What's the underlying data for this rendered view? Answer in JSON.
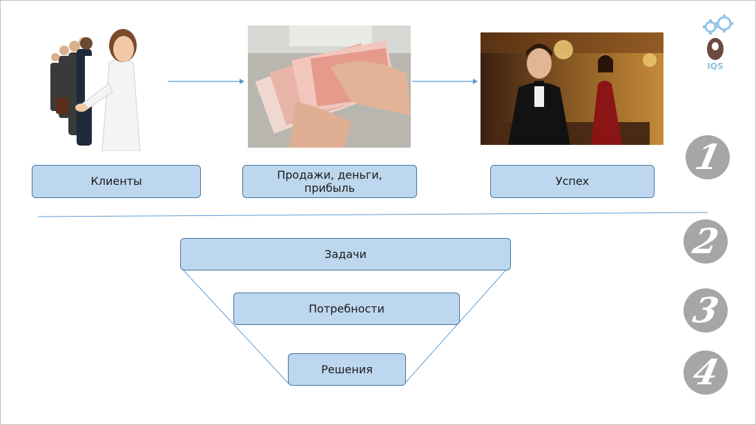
{
  "top_flow": [
    {
      "label": "Клиенты"
    },
    {
      "label": "Продажи, деньги, прибыль"
    },
    {
      "label": "Успех"
    }
  ],
  "funnel": [
    {
      "label": "Задачи"
    },
    {
      "label": "Потребности"
    },
    {
      "label": "Решения"
    }
  ],
  "badges": [
    "1",
    "2",
    "3",
    "4"
  ],
  "logo": {
    "text": "IQS"
  },
  "colors": {
    "box_fill": "#bdd7ee",
    "box_border": "#41719c",
    "line": "#5b9bd5",
    "badge": "#a6a6a6"
  }
}
